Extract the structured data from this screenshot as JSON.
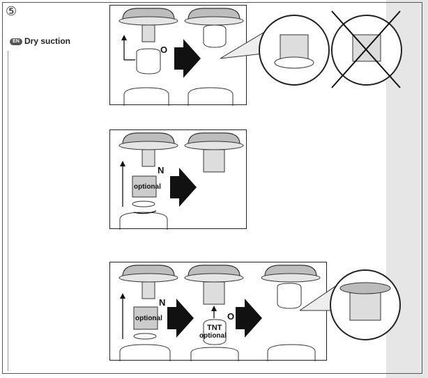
{
  "step": {
    "number": "⑤"
  },
  "section": {
    "lang": "EN",
    "title": "Dry suction"
  },
  "panel1": {
    "label_o": "O"
  },
  "panel2": {
    "label_n": "N",
    "label_optional": "optional"
  },
  "panel3": {
    "label_n": "N",
    "label_optional_1": "optional",
    "label_tnt": "TNT",
    "label_optional_2": "optional",
    "label_o": "O"
  },
  "colors": {
    "frame": "#222222",
    "shade": "#e6e6e6",
    "head": "#bdbdbd"
  }
}
